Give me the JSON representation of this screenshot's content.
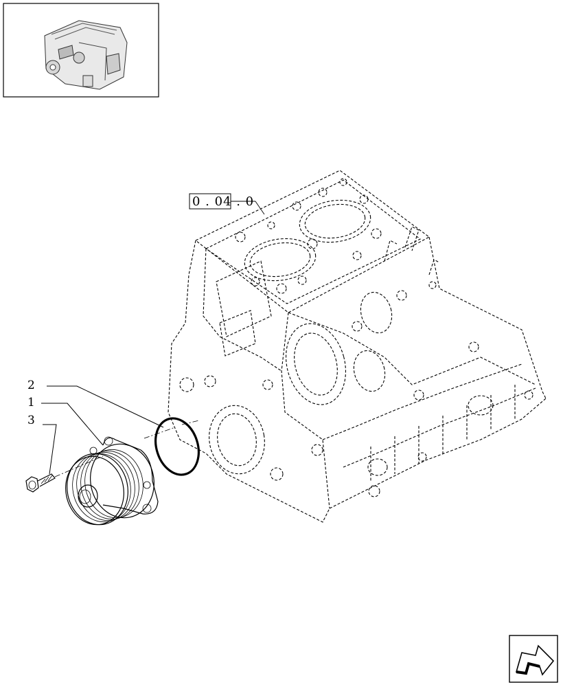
{
  "reference_box": {
    "text": "0 . 04 . 0"
  },
  "callouts": [
    {
      "number": "2"
    },
    {
      "number": "1"
    },
    {
      "number": "3"
    }
  ],
  "icons": {
    "thumbnail": "engine-thumbnail-icon",
    "navigation": "next-page-arrow-icon"
  }
}
